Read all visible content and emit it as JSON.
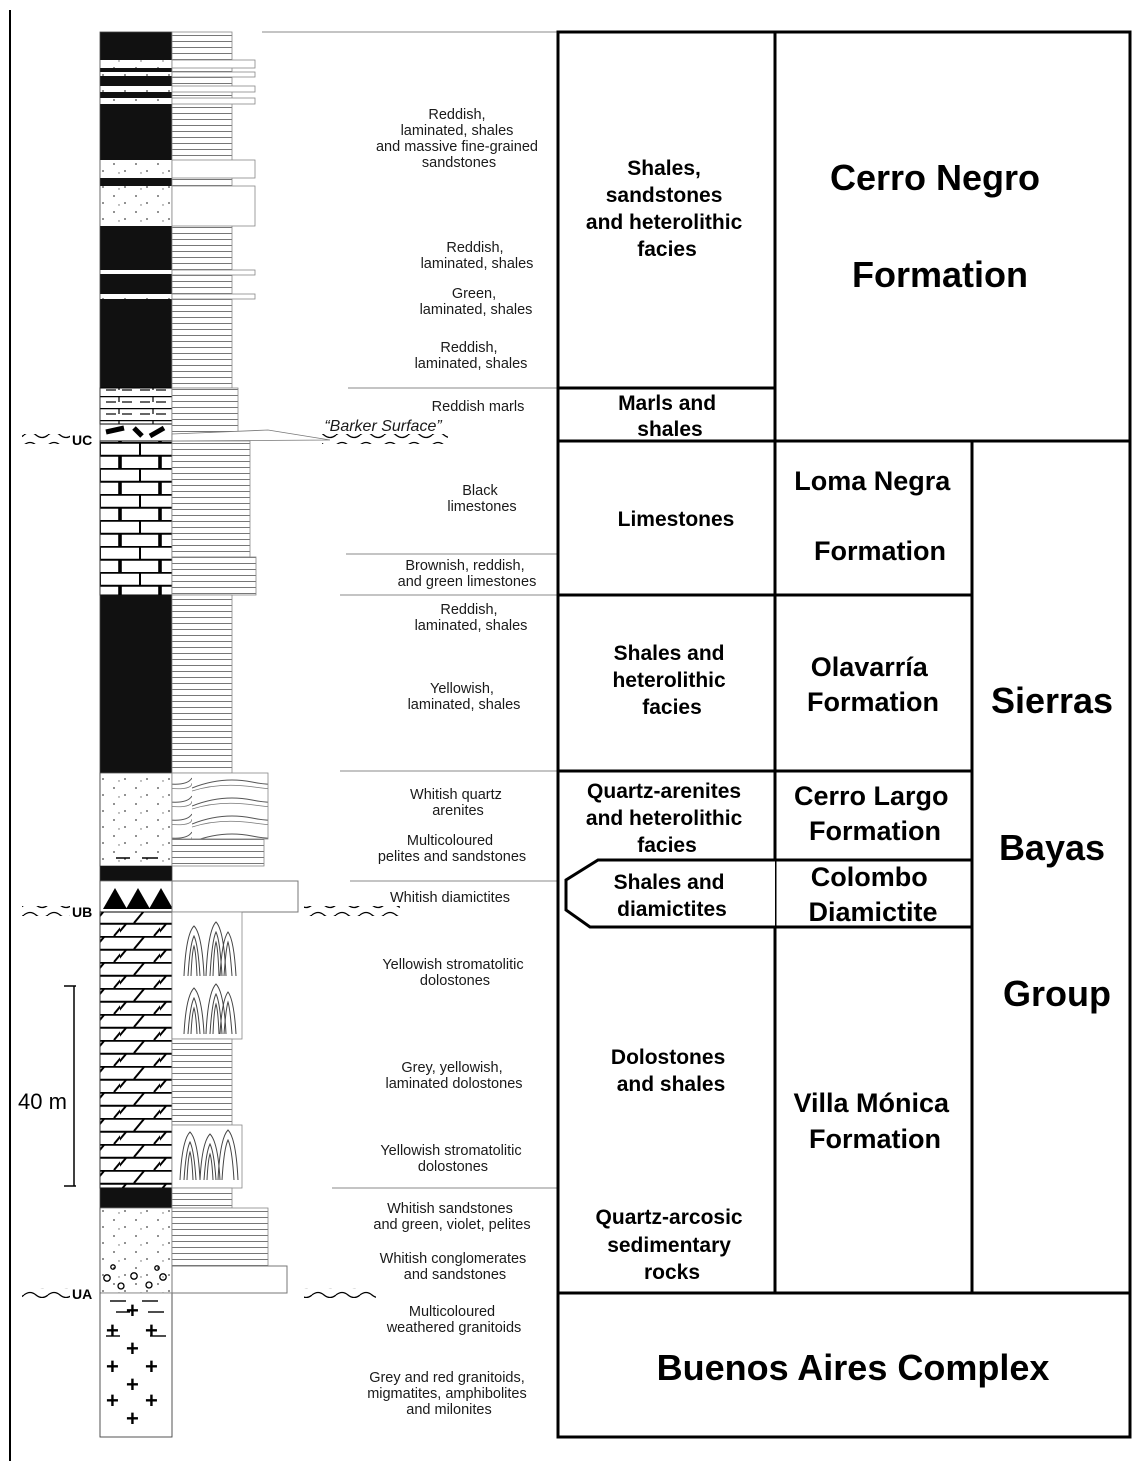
{
  "descriptions": {
    "d1": [
      "Reddish,",
      "laminated, shales",
      "and massive fine-grained",
      "sandstones"
    ],
    "d2": [
      "Reddish,",
      "laminated, shales"
    ],
    "d3": [
      "Green,",
      "laminated, shales"
    ],
    "d4": [
      "Reddish,",
      "laminated, shales"
    ],
    "d5": [
      "Reddish marls"
    ],
    "d6": [
      "“Barker Surface”"
    ],
    "d7": [
      "Black",
      "limestones"
    ],
    "d8": [
      "Brownish, reddish,",
      "and green limestones"
    ],
    "d9": [
      "Reddish,",
      "laminated, shales"
    ],
    "d10": [
      "Yellowish,",
      "laminated, shales"
    ],
    "d11": [
      "Whitish quartz",
      "arenites"
    ],
    "d12": [
      "Multicoloured",
      "pelites and sandstones"
    ],
    "d13": [
      "Whitish diamictites"
    ],
    "d14": [
      "Yellowish stromatolitic",
      "dolostones"
    ],
    "d15": [
      "Grey, yellowish,",
      "laminated dolostones"
    ],
    "d16": [
      "Yellowish stromatolitic",
      "dolostones"
    ],
    "d17": [
      "Whitish sandstones",
      "and green, violet, pelites"
    ],
    "d18": [
      "Whitish conglomerates",
      "and sandstones"
    ],
    "d19": [
      "Multicoloured",
      "weathered granitoids"
    ],
    "d20": [
      "Grey and red granitoids,",
      "migmatites, amphibolites",
      "and milonites"
    ]
  },
  "lithology": {
    "l1": [
      "Shales,",
      "sandstones",
      "and heterolithic",
      "facies"
    ],
    "l2": [
      "Marls and",
      "shales"
    ],
    "l3": [
      "Limestones"
    ],
    "l4": [
      "Shales and",
      "heterolithic",
      "facies"
    ],
    "l5": [
      "Quartz-arenites",
      "and heterolithic",
      "facies"
    ],
    "l6": [
      "Shales and",
      "diamictites"
    ],
    "l7": [
      "Dolostones",
      "and shales"
    ],
    "l8": [
      "Quartz-arcosic",
      "sedimentary",
      "rocks"
    ]
  },
  "formations": {
    "f1": [
      "Cerro Negro",
      "Formation"
    ],
    "f2": [
      "Loma Negra",
      "Formation"
    ],
    "f3": [
      "Olavarría",
      "Formation"
    ],
    "f4": [
      "Cerro Largo",
      "Formation"
    ],
    "f5": [
      "Colombo",
      "Diamictite"
    ],
    "f6": [
      "Villa Mónica",
      "Formation"
    ],
    "f7": [
      "Buenos Aires Complex"
    ]
  },
  "group": [
    "Sierras",
    "Bayas",
    "Group"
  ],
  "unconformities": [
    "UC",
    "UB",
    "UA"
  ],
  "scale_label": "40 m"
}
